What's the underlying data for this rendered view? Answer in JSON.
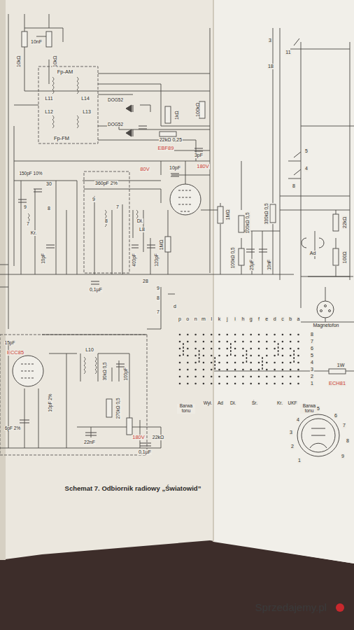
{
  "diagram": {
    "caption": "Schemat 7. Odbiornik radiowy „Światowid”",
    "labels": [
      "10kΩ",
      "10nF",
      "10kΩ",
      "Fp-AM",
      "L11",
      "L14",
      "L12",
      "L13",
      "Fp-FM",
      "DOG52",
      "DOG52",
      "1kΩ",
      "100kΩ",
      "22kΩ 0,25",
      "EBF89",
      "3pF",
      "80V",
      "180V",
      "10pF",
      "1MΩ",
      "1MΩ",
      "100kΩ 0,5",
      "330kΩ 0,5",
      "100kΩ 0,5",
      "25µF",
      "10nF",
      "3",
      "11",
      "18",
      "5",
      "4",
      "8",
      "22kΩ",
      "100Ω",
      "Ad",
      "Magnetofon",
      "150pF 10%",
      "30",
      "9",
      "8",
      "7",
      "Kr.",
      "10pF",
      "360pF 2%",
      "9",
      "8",
      "7",
      "Dł.",
      "L8",
      "400pF",
      "120pF",
      "0,1µF",
      "28",
      "9",
      "8",
      "7",
      "d",
      "p",
      "o",
      "n",
      "m",
      "l",
      "k",
      "j",
      "i",
      "h",
      "g",
      "f",
      "e",
      "d",
      "c",
      "b",
      "a",
      "8",
      "7",
      "6",
      "5",
      "4",
      "3",
      "2",
      "1",
      "Barwa tonu",
      "Wył.",
      "Ad",
      "Dł.",
      "Śr.",
      "Kr.",
      "UKF",
      "Barwa tonu",
      "1W",
      "ECH81",
      "5",
      "6",
      "7",
      "3",
      "2",
      "1",
      "9",
      "4",
      "8",
      "ECC85",
      "15pF",
      "L10",
      "30kΩ 0,5",
      "100pF",
      "10pF 2%",
      "270kΩ 0,5",
      "22nF",
      "180V",
      "22kΩ",
      "0,1µF",
      "6pF 2%",
      "Sprzedajemy.pl"
    ]
  }
}
